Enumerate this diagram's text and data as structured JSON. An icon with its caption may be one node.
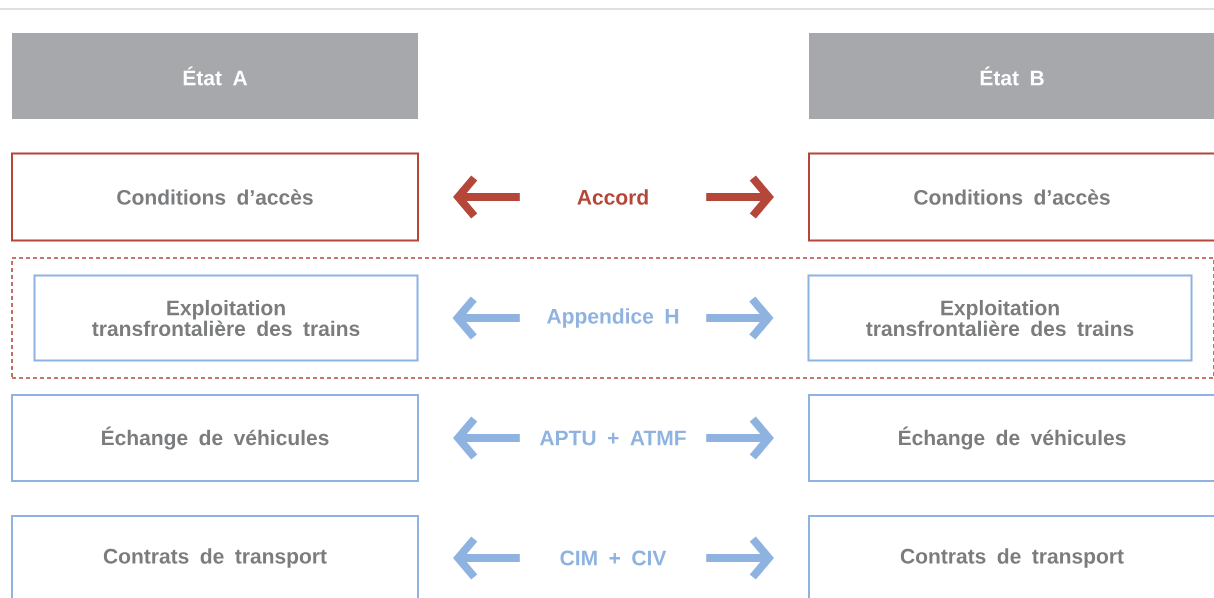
{
  "diagram": {
    "nodes": [
      {
        "text": [
          "État A"
        ]
      },
      {
        "text": [
          "État B"
        ]
      },
      {
        "text": [
          "Conditions d’accès"
        ]
      },
      {
        "text": [
          "Accord"
        ]
      },
      {
        "text": [
          "Conditions d’accès"
        ]
      },
      {
        "text": [],
        "shape": "box"
      },
      {
        "text": [
          "Exploitation transfrontalière des trains"
        ],
        "in": 5
      },
      {
        "text": [
          "Appendice H"
        ],
        "in": 5
      },
      {
        "text": [
          "Exploitation transfrontalière des trains"
        ],
        "in": 5
      },
      {
        "text": [
          "Échange de véhicules"
        ]
      },
      {
        "text": [
          "APTU + ATMF"
        ]
      },
      {
        "text": [
          "Échange de véhicules"
        ]
      },
      {
        "text": [
          "Contrats de transport"
        ]
      },
      {
        "text": [
          "CIM + CIV"
        ]
      },
      {
        "text": [
          "Contrats de transport"
        ]
      }
    ],
    "edges": [
      {
        "from": 3,
        "to": 2,
        "arrow": "to",
        "color": "#b5473a"
      },
      {
        "from": 3,
        "to": 4,
        "arrow": "to",
        "color": "#b5473a"
      },
      {
        "from": 7,
        "to": 6,
        "arrow": "to"
      },
      {
        "from": 7,
        "to": 8,
        "arrow": "to"
      },
      {
        "from": 10,
        "to": 9,
        "arrow": "to"
      },
      {
        "from": 10,
        "to": 11,
        "arrow": "to"
      },
      {
        "from": 13,
        "to": 12,
        "arrow": "to"
      },
      {
        "from": 13,
        "to": 14,
        "arrow": "to"
      }
    ]
  }
}
